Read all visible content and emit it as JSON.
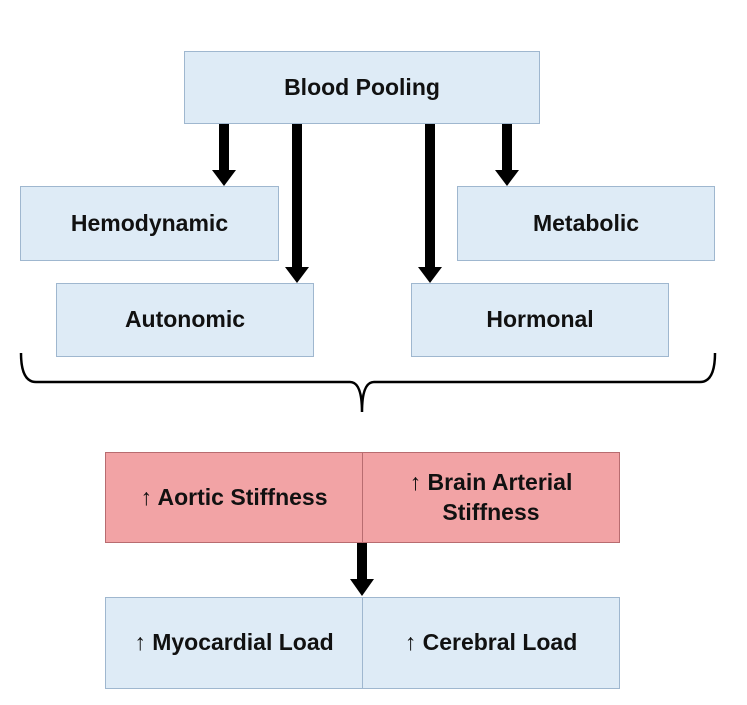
{
  "colors": {
    "box_fill": "#deebf6",
    "box_border": "#9fb7cf",
    "stiffness_fill": "#f2a3a5",
    "arrow": "#000000"
  },
  "source": {
    "label": "Blood Pooling"
  },
  "mechanisms": {
    "hemodynamic": "Hemodynamic",
    "metabolic": "Metabolic",
    "autonomic": "Autonomic",
    "hormonal": "Hormonal"
  },
  "stiffness": {
    "aortic": "↑ Aortic Stiffness",
    "brain_line1": "↑ Brain Arterial",
    "brain_line2": "Stiffness"
  },
  "load": {
    "myocardial": "↑ Myocardial Load",
    "cerebral": "↑ Cerebral Load"
  }
}
